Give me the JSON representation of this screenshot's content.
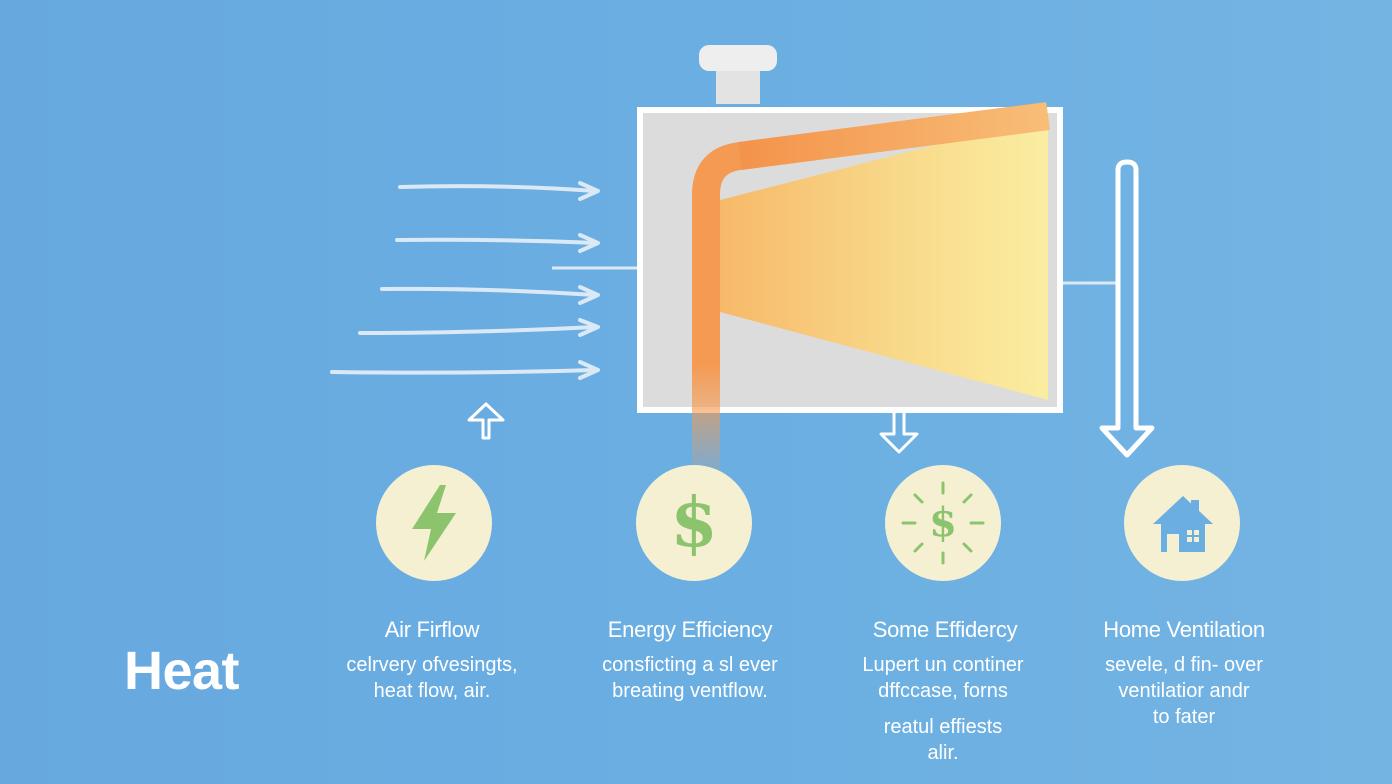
{
  "heading": "Heat",
  "columns": [
    {
      "icon": "lightning-icon",
      "title": "Air Firflow",
      "lines": [
        "celrvery ofvesingts,",
        "heat flow, air."
      ]
    },
    {
      "icon": "dollar-icon",
      "glyph": "$",
      "title": "Energy Efficiency",
      "lines": [
        "consficting a sl ever",
        "breating ventflow."
      ]
    },
    {
      "icon": "sparkle-dollar-icon",
      "glyph": "$",
      "title": "Some Effidercy",
      "lines": [
        "Lupert un continer",
        "dffccase, forns"
      ],
      "extra_lines": [
        "reatul effiests",
        "alir."
      ]
    },
    {
      "icon": "house-icon",
      "title": "Home Ventilation",
      "lines": [
        "sevele, d fin- over",
        "ventilatior andr",
        "to fater"
      ]
    }
  ],
  "colors": {
    "background": "#6aaee2",
    "icon_fill": "#f6f0d2",
    "icon_green": "#8cc46e",
    "icon_blue": "#6aaee2",
    "duct": "#f59a52",
    "heat_glow": "#fbe89a",
    "box_fill": "#dcdcdc",
    "box_border": "#ffffff"
  }
}
